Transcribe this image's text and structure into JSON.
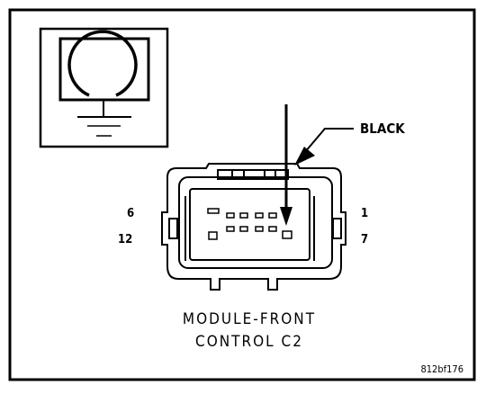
{
  "callout_label": "BLACK",
  "pin_labels": {
    "top_left": "6",
    "bottom_left": "12",
    "top_right": "1",
    "bottom_right": "7"
  },
  "caption": {
    "line1": "MODULE-FRONT",
    "line2": "CONTROL C2"
  },
  "reference": "812bf176",
  "icon": "ground-connector-symbol",
  "colors": {
    "ink": "#000000",
    "background": "#ffffff"
  }
}
